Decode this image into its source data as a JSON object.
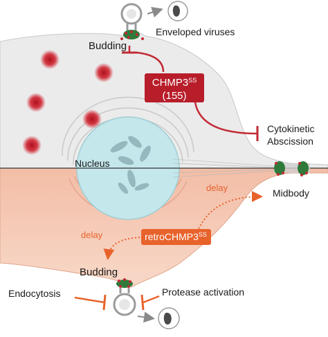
{
  "labels": {
    "enveloped_viruses": "Enveloped viruses",
    "budding_top": "Budding",
    "chmp3_main": "CHMP3",
    "chmp3_sup": "SS",
    "chmp3_sub": "(155)",
    "cytokinetic": "Cytokinetic",
    "abscission": "Abscission",
    "nucleus": "Nucleus",
    "midbody": "Midbody",
    "delay_upper": "delay",
    "delay_lower": "delay",
    "retro_main": "retroCHMP3",
    "retro_sup": "SS",
    "budding_bottom": "Budding",
    "endocytosis": "Endocytosis",
    "protease": "Protease activation"
  },
  "colors": {
    "chmp3_box": "#b81d2a",
    "retro_box": "#e8622b",
    "inhibit_red": "#c22a35",
    "inhibit_orange": "#e8622b",
    "cell_top": "#ececec",
    "cell_bottom": "#f2b59c",
    "nucleus": "#bfe5ea"
  }
}
